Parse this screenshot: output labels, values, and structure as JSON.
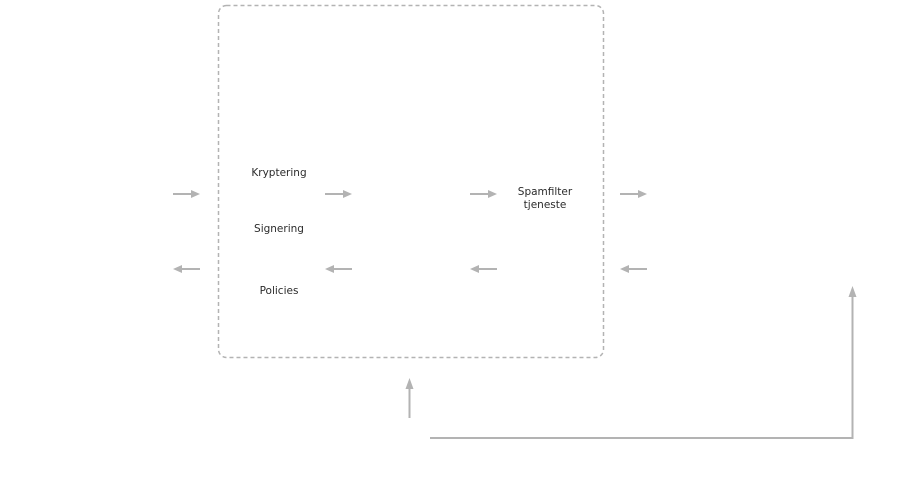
{
  "diagram": {
    "colors": {
      "stroke": "#b3b3b3",
      "text": "#2b2b2b",
      "background": "#ffffff"
    },
    "container": {
      "style": "dashed-rounded-box"
    },
    "labels": {
      "kryptering": "Kryptering",
      "signering": "Signering",
      "policies": "Policies",
      "spamfilter_line1": "Spamfilter",
      "spamfilter_line2": "tjeneste"
    },
    "arrows": [
      {
        "id": "arrow-in-left",
        "direction": "right"
      },
      {
        "id": "arrow-out-left",
        "direction": "left"
      },
      {
        "id": "arrow-in-inner-1",
        "direction": "right"
      },
      {
        "id": "arrow-out-inner-1",
        "direction": "left"
      },
      {
        "id": "arrow-in-inner-2",
        "direction": "right"
      },
      {
        "id": "arrow-out-inner-2",
        "direction": "left"
      },
      {
        "id": "arrow-in-right",
        "direction": "right"
      },
      {
        "id": "arrow-out-right",
        "direction": "left"
      },
      {
        "id": "arrow-up-bottom",
        "direction": "up"
      },
      {
        "id": "connector-bottom-right",
        "direction": "up"
      }
    ]
  }
}
